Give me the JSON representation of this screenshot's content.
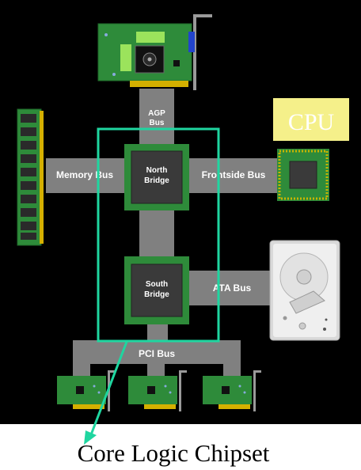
{
  "diagram": {
    "bus_labels": {
      "agp_line1": "AGP",
      "agp_line2": "Bus",
      "memory": "Memory Bus",
      "frontside": "Frontside Bus",
      "ata": "ATA Bus",
      "pci": "PCI Bus"
    },
    "chips": {
      "north_line1": "North",
      "north_line2": "Bridge",
      "south_line1": "South",
      "south_line2": "Bridge"
    },
    "cpu_label": "CPU",
    "caption": "Core Logic Chipset",
    "colors": {
      "background": "#000000",
      "bus": "#808080",
      "board_green": "#2e8b3a",
      "highlight": "#1fd6a0",
      "cpu_label_bg": "#f5f08a",
      "chip_dark": "#3a3a3a"
    }
  }
}
